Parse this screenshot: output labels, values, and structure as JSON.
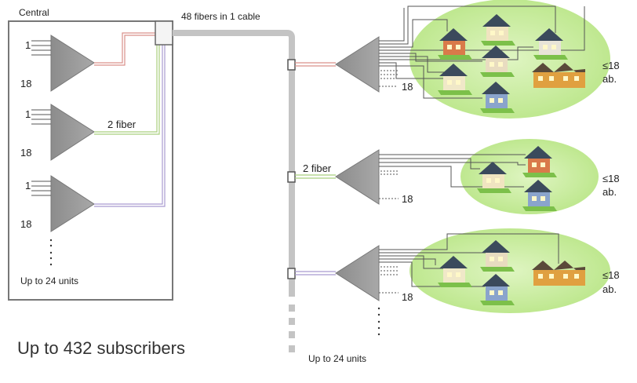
{
  "labels": {
    "central": "Central",
    "cable": "48 fibers in 1 cable",
    "two_fiber": "2 fiber",
    "port_first": "1",
    "port_last": "18",
    "up_to_units": "Up to 24 units",
    "subscribers": "Up to 432 subscribers",
    "group_limit": "≤18",
    "group_unit": "ab.",
    "ellipsis_dot": "·"
  },
  "colors": {
    "fiber_red": "#d9908a",
    "fiber_green": "#a9cf7d",
    "fiber_purple": "#a99bd0",
    "trunk": "#c4c4c4",
    "splitter": "#9a9a9a",
    "ellipse": "#c7ec98"
  }
}
